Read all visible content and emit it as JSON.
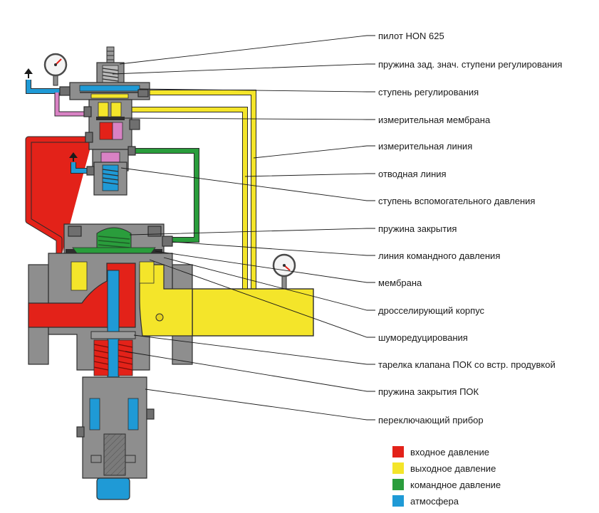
{
  "colors": {
    "inlet": "#e32219",
    "outlet": "#f4e52a",
    "control": "#2a9d3c",
    "atmosphere": "#1f9ad6",
    "pink": "#d982c4",
    "body": "#8e8e8e",
    "body_dark": "#6f6f6f",
    "outline": "#2e2e2e",
    "text": "#1a1a1a"
  },
  "callouts": [
    "пилот HON 625",
    "пружина зад. знач. ступени регулирования",
    "ступень регулирования",
    "измерительная мембрана",
    "измерительная линия",
    "отводная линия",
    "ступень вспомогательного давления",
    "пружина закрытия",
    "линия командного давления",
    "мембрана",
    "дросселирующий корпус",
    "шуморедуцирования",
    "тарелка клапана ПОК со встр. продувкой",
    "пружина закрытия ПОК",
    "переключающий прибор"
  ],
  "legend": [
    {
      "label": "входное давление",
      "color": "#e32219"
    },
    {
      "label": "выходное давление",
      "color": "#f4e52a"
    },
    {
      "label": "командное давление",
      "color": "#2a9d3c"
    },
    {
      "label": "атмосфера",
      "color": "#1f9ad6"
    }
  ],
  "icons": {
    "gauge": "pressure-gauge-icon",
    "vent": "vent-arrow-icon"
  }
}
